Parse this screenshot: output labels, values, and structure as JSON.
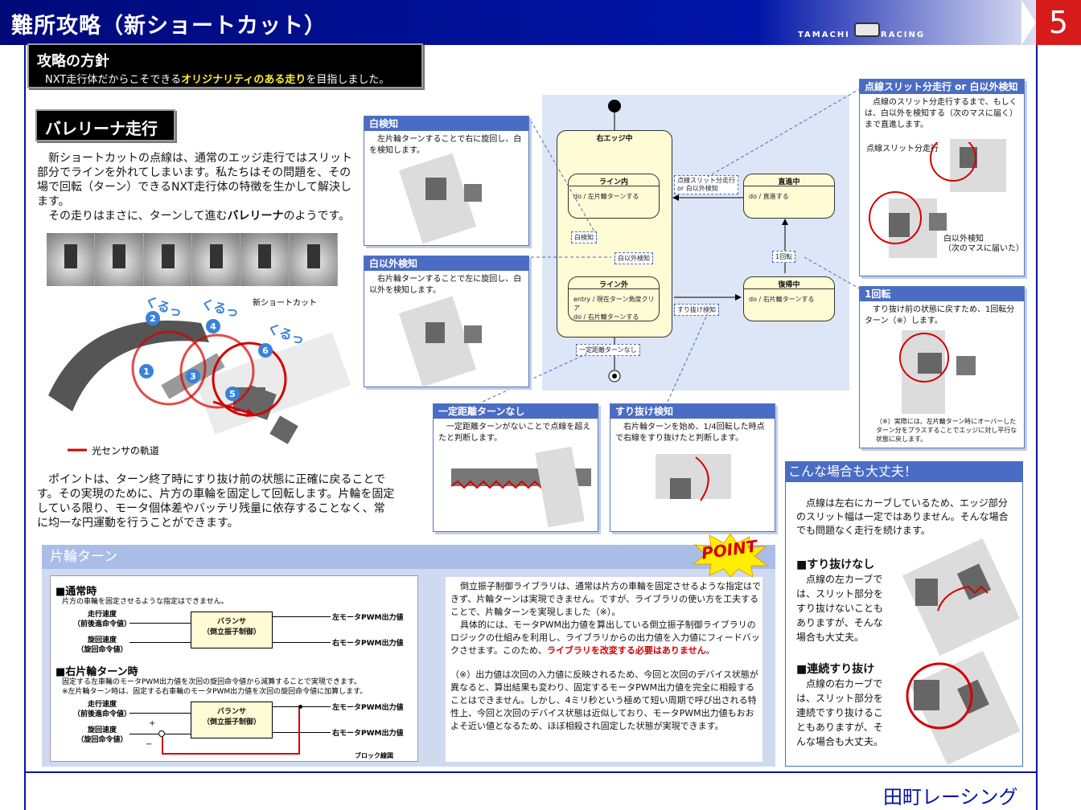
{
  "header": {
    "title": "難所攻略（新ショートカット）",
    "brand_left": "TAMACHI",
    "brand_right": "RACING",
    "page_number": "5"
  },
  "policy": {
    "title": "攻略の方針",
    "text_pre": "NXT走行体だからこそできる",
    "text_hl": "オリジナリティのある走り",
    "text_post": "を目指しました。"
  },
  "ballerina": {
    "title": "バレリーナ走行",
    "intro_1": "新ショートカットの点線は、通常のエッジ走行ではスリット部分でラインを外れてしまいます。私たちはその問題を、その場で回転（ターン）できるNXT走行体の特徴を生かして解決します。",
    "intro_2a": "その走りはまさに、ターンして進む",
    "intro_2b": "バレリーナ",
    "intro_2c": "のようです。",
    "diagram_caption": "新ショートカット",
    "kurutt_1": "くるっ",
    "kurutt_2": "くるっ",
    "kurutt_3": "くるっ",
    "steps": [
      "1",
      "2",
      "3",
      "4",
      "5",
      "6"
    ],
    "legend": "光センサの軌道",
    "point_text": "ポイントは、ターン終了時にすり抜け前の状態に正確に戻ることです。その実現のために、片方の車輪を固定して回転します。片輪を固定している限り、モータ個体差やバッテリ残量に依存することなく、常に均一な円運動を行うことができます。"
  },
  "panels": {
    "white": {
      "title": "白検知",
      "text": "左片輪ターンすることで右に旋回し、白を検知します。"
    },
    "non_white": {
      "title": "白以外検知",
      "text": "右片輪ターンすることで左に旋回し、白以外を検知します。"
    },
    "no_turn": {
      "title": "一定距離ターンなし",
      "text": "一定距離ターンがないことで点線を超えたと判断します。"
    },
    "pass": {
      "title": "すり抜け検知",
      "text": "右片輪ターンを始め、1/4回転した時点で右線をすり抜けたと判断します。"
    },
    "slit": {
      "title": "点線スリット分走行 or 白以外検知",
      "text": "点線のスリット分走行するまで、もしくは、白以外を検知する（次のマスに届く）まで直進します。",
      "label_a": "点線スリット分走行",
      "label_b": "白以外検知",
      "label_c": "（次のマスに届いた）"
    },
    "one_rot": {
      "title": "1回転",
      "text": "すり抜け前の状態に戻すため、1回転分ターン（※）します。",
      "note": "（※）実際には、左片輪ターン時にオーバーしたターン分をプラスすることでエッジに対し平行な状態に戻します。"
    }
  },
  "state_diagram": {
    "outer": "右エッジ中",
    "s_in": {
      "name": "ライン内",
      "body": "do / 左片輪ターンする"
    },
    "s_out": {
      "name": "ライン外",
      "body1": "entry / 現在ターン角度クリア",
      "body2": "do / 右片輪ターンする"
    },
    "s_straight": {
      "name": "直進中",
      "body": "do / 直進する"
    },
    "s_return": {
      "name": "復帰中",
      "body": "do / 右片輪ターンする"
    },
    "g_white": "白検知",
    "g_nonwhite": "白以外検知",
    "g_slit1": "点線スリット分走行",
    "g_slit2": "or 白以外検知",
    "g_rot": "1回転",
    "g_pass": "すり抜け検知",
    "g_noturn": "一定距離ターンなし"
  },
  "kata": {
    "header": "片輪ターン",
    "normal_h": "■通常時",
    "normal_s": "片方の車輪を固定させるような指定はできません。",
    "in_speed": "走行速度",
    "in_speed_sub": "（前後進命令値）",
    "in_turn": "旋回速度",
    "in_turn_sub": "（旋回命令値）",
    "box_1": "バランサ",
    "box_2": "（倒立振子制御）",
    "out_left": "左モータPWM出力値",
    "out_right": "右モータPWM出力値",
    "right_h": "■右片輪ターン時",
    "right_s1": "固定する左車輪のモータPWM出力値を次回の旋回命令値から減算することで実現できます。",
    "right_s2": "※左片輪ターン時は、固定する右車輪のモータPWM出力値を次回の旋回命令値に加算します。",
    "plus": "+",
    "minus": "−",
    "block_label": "ブロック線図",
    "point_badge": "POINT",
    "note_1": "倒立振子制御ライブラリは、通常は片方の車輪を固定させるような指定はできず、片輪ターンは実現できません。ですが、ライブラリの使い方を工夫することで、片輪ターンを実現しました（※）。",
    "note_2": "具体的には、モータPWM出力値を算出している倒立振子制御ライブラリのロジックの仕組みを利用し、ライブラリからの出力値を入力値にフィードバックさせます。このため、",
    "note_2_red": "ライブラリを改変する必要はありません",
    "note_2_end": "。",
    "note_3": "（※）出力値は次回の入力値に反映されるため、今回と次回のデバイス状態が異なると、算出結果も変わり、固定するモータPWM出力値を完全に相殺することはできません。しかし、4ミリ秒という極めて短い周期で呼び出される特性上、今回と次回のデバイス状態は近似しており、モータPWM出力値もおおよそ近い値となるため、ほぼ相殺され固定した状態が実現できます。"
  },
  "ok": {
    "header": "こんな場合も大丈夫！",
    "text": "点線は左右にカーブしているため、エッジ部分のスリット幅は一定ではありません。そんな場合でも問題なく走行を続けます。",
    "case1_h": "■すり抜けなし",
    "case1_t": "点線の左カーブでは、スリット部分をすり抜けないこともありますが、そんな場合も大丈夫。",
    "case2_h": "■連続すり抜け",
    "case2_t": "点線の右カーブでは、スリット部分を連続ですり抜けることもありますが、そんな場合も大丈夫。"
  },
  "footer": "田町レーシング",
  "colors": {
    "navy": "#0014a8",
    "accent_red": "#d40000",
    "panel_blue": "#4a6cc4",
    "state_fill": "#fffbd4"
  }
}
